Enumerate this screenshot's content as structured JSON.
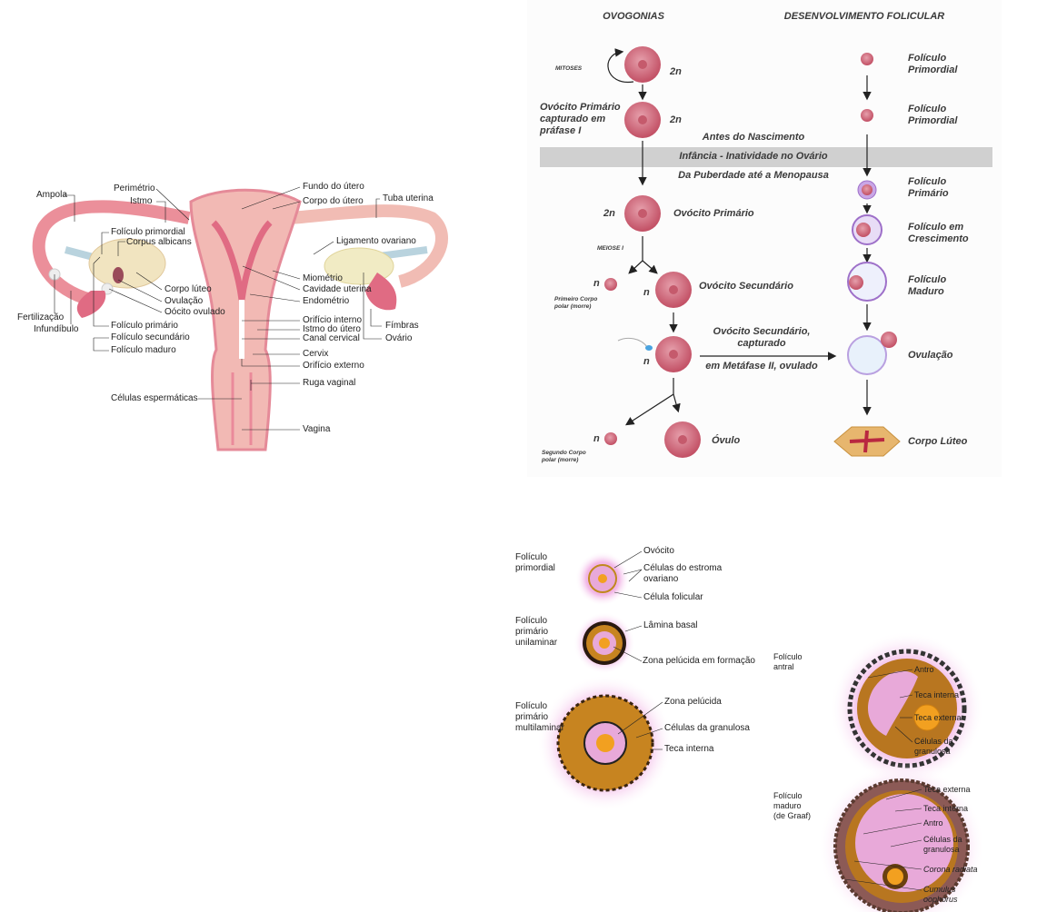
{
  "anatomy": {
    "labels": {
      "ampola": "Ampola",
      "perimetrio": "Perimétrio",
      "istmo": "Istmo",
      "fundo": "Fundo do útero",
      "corpo": "Corpo do útero",
      "tuba": "Tuba uterina",
      "foliculo_primordial": "Folículo primordial",
      "corpus_albicans": "Corpus albicans",
      "ligamento": "Ligamento ovariano",
      "miometrio": "Miométrio",
      "cavidade": "Cavidade uterina",
      "corpo_luteo": "Corpo lúteo",
      "ovulacao": "Ovulação",
      "endometrio": "Endométrio",
      "oocito": "Oócito ovulado",
      "fertilizacao": "Fertilização",
      "infundibulo": "Infundíbulo",
      "orificio_interno": "Orifício interno",
      "fimbras": "Fímbras",
      "istmo_utero": "Istmo do útero",
      "foliculo_primario": "Folículo primário",
      "canal": "Canal cervical",
      "ovario": "Ovário",
      "foliculo_secundario": "Folículo secundário",
      "foliculo_maduro": "Folículo maduro",
      "cervix": "Cervix",
      "orificio_externo": "Orifício externo",
      "ruga": "Ruga vaginal",
      "celulas": "Células espermáticas",
      "vagina": "Vagina"
    }
  },
  "oogenesis": {
    "col1_title": "OVOGONIAS",
    "col2_title": "DESENVOLVIMENTO FOLICULAR",
    "mitoses": "MITOSES",
    "ploidy_2n": "2n",
    "ploidy_n": "n",
    "primary_arrested": "Ovócito Primário\ncapturado em\npráfase I",
    "before_birth": "Antes do Nascimento",
    "childhood": "Infância - Inatividade no Ovário",
    "puberty": "Da Puberdade até a Menopausa",
    "primary_oocyte": "Ovócito Primário",
    "meiosis": "MEIOSE I",
    "first_polar": "Primeiro Corpo\npolar (morre)",
    "secondary_oocyte": "Ovócito Secundário",
    "secondary_arrested_1": "Ovócito Secundário,\ncapturado",
    "secondary_arrested_2": "em Metáfase II, ovulado",
    "ovum": "Óvulo",
    "second_polar": "Segundo Corpo\npolar (morre)",
    "follicles": [
      "Folículo\nPrimordial",
      "Folículo\nPrimordial",
      "Folículo\nPrimário",
      "Folículo em\nCrescimento",
      "Folículo\nMaduro",
      "Ovulação",
      "Corpo Lúteo"
    ]
  },
  "follicles": {
    "primordial": {
      "title": "Folículo\nprimordial",
      "ovocito": "Ovócito",
      "estroma": "Células do estroma\novariano",
      "celula_folicular": "Célula folicular"
    },
    "unilaminar": {
      "title": "Folículo\nprimário\nunilaminar",
      "lamina": "Lâmina basal",
      "zona": "Zona pelúcida em formação"
    },
    "multilaminar": {
      "title": "Folículo\nprimário\nmultilaminar",
      "zona": "Zona pelúcida",
      "granulosa": "Células da granulosa",
      "teca": "Teca interna"
    },
    "antral": {
      "title": "Folículo\nantral",
      "antro": "Antro",
      "teca_interna": "Teca interna",
      "teca_externa": "Teca externa",
      "granulosa": "Células da\ngranulosa"
    },
    "maduro": {
      "title": "Folículo\nmaduro\n(de Graaf)",
      "teca_externa": "Teca externa",
      "teca_interna": "Teca interna",
      "antro": "Antro",
      "granulosa": "Células da\ngranulosa",
      "corona": "Corona radiata",
      "cumulus": "Cumulus\noophorus"
    }
  }
}
